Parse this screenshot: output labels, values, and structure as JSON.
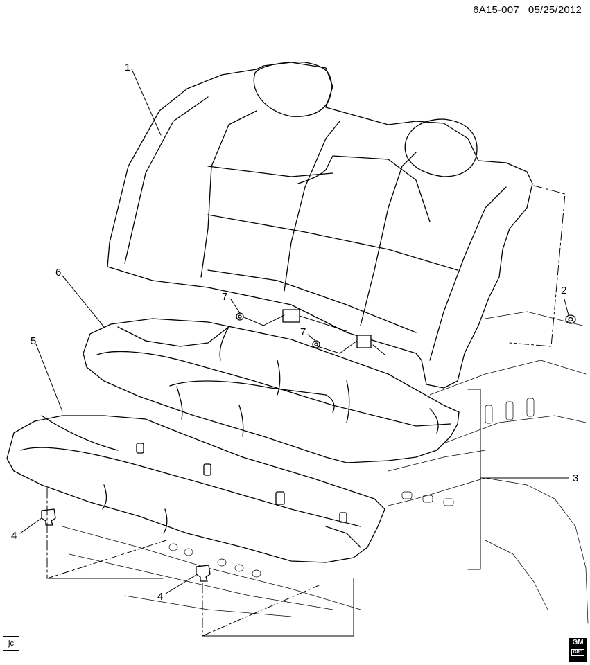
{
  "header": {
    "diagram_id": "6A15-007",
    "date": "05/25/2012"
  },
  "callouts": [
    {
      "id": "1",
      "text": "1"
    },
    {
      "id": "2",
      "text": "2"
    },
    {
      "id": "3",
      "text": "3"
    },
    {
      "id": "4a",
      "text": "4"
    },
    {
      "id": "4b",
      "text": "4"
    },
    {
      "id": "5",
      "text": "5"
    },
    {
      "id": "6",
      "text": "6"
    },
    {
      "id": "7a",
      "text": "7"
    },
    {
      "id": "7b",
      "text": "7"
    }
  ],
  "footer": {
    "artist_tag": "jc",
    "logo_text": "GM",
    "logo_subtext": "GPO"
  }
}
